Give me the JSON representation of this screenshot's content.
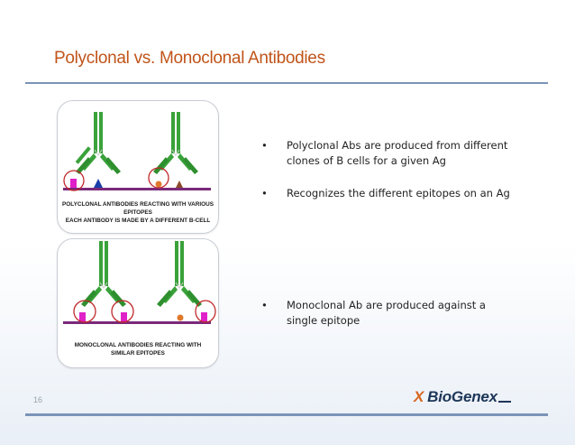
{
  "title": "Polyclonal vs. Monoclonal Antibodies",
  "figure_top": {
    "caption_line1": "POLYCLONAL ANTIBODIES REACTING WITH VARIOUS",
    "caption_line2": "EPITOPES",
    "caption_line3": "EACH ANTIBODY IS MADE BY A DIFFERENT B-CELL"
  },
  "figure_bottom": {
    "caption_line1": "MONOCLONAL ANTIBODIES REACTING WITH",
    "caption_line2": "SIMILAR EPITOPES"
  },
  "bullets": [
    {
      "marker": "•",
      "text": "Polyclonal Abs are produced from different clones of B cells for a given Ag"
    },
    {
      "marker": "•",
      "text": "Recognizes the different epitopes on  an Ag"
    },
    {
      "marker": "•",
      "text": "Monoclonal Ab are produced against a single epitope"
    }
  ],
  "page_number": "16",
  "logo": {
    "mark": "X",
    "text": "BioGenex"
  },
  "colors": {
    "title": "#c0541a",
    "rule": "#7a93b8",
    "antibody_green": "#3aa23a",
    "antigen_bar": "#7a2a7a",
    "epitope_magenta": "#e020c8",
    "circle_red": "#c0282a"
  }
}
